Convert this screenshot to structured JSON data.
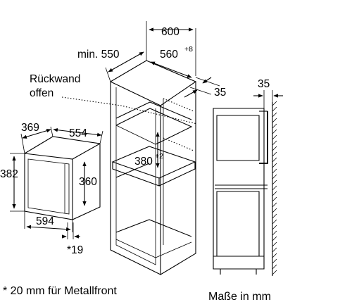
{
  "labels": {
    "width_600": "600",
    "min_550": "min. 550",
    "depth_560": "560",
    "depth_560_tol": "+8",
    "dim_35_main": "35",
    "rueckwand_line1": "Rückwand",
    "rueckwand_line2": "offen",
    "dim_380": "380",
    "dim_380_tol": "+2",
    "dim_369": "369",
    "dim_554": "554",
    "dim_382": "382",
    "dim_360": "360",
    "dim_594": "594",
    "dim_19": "*19",
    "side_35": "35"
  },
  "footnote": "* 20 mm für Metallfront",
  "units_note": "Maße in mm",
  "colors": {
    "line": "#000000",
    "background": "#ffffff"
  }
}
